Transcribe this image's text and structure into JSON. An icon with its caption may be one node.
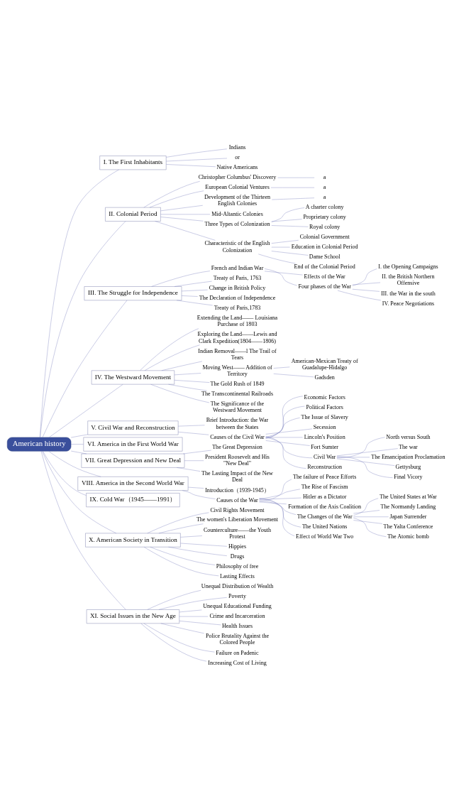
{
  "diagram": {
    "nodes": [
      {
        "text": [
          "American history"
        ]
      },
      {
        "text": [
          "I. The First Inhabitants"
        ]
      },
      {
        "text": [
          "Indians"
        ]
      },
      {
        "text": [
          "or"
        ]
      },
      {
        "text": [
          "Native Americans"
        ]
      },
      {
        "text": [
          "II. Colonial Period"
        ]
      },
      {
        "text": [
          "Christopher Columbus' Discovery"
        ]
      },
      {
        "text": [
          "a"
        ]
      },
      {
        "text": [
          "European Colonial Ventures"
        ]
      },
      {
        "text": [
          "a"
        ]
      },
      {
        "text": [
          "Development of the Thirteen English Colonies"
        ]
      },
      {
        "text": [
          "a"
        ]
      },
      {
        "text": [
          "Mid-Altantic Colonies"
        ]
      },
      {
        "text": [
          "Three Types of Colonization"
        ]
      },
      {
        "text": [
          "A charter colony"
        ]
      },
      {
        "text": [
          "Proprietary colony"
        ]
      },
      {
        "text": [
          "Royal colony"
        ]
      },
      {
        "text": [
          "Characteristic of the English Colonization"
        ]
      },
      {
        "text": [
          "Colonial Government"
        ]
      },
      {
        "text": [
          "Education in Colonial Period"
        ]
      },
      {
        "text": [
          "Dame School"
        ]
      },
      {
        "text": [
          "End of the Colonial Period"
        ]
      },
      {
        "text": [
          "III. The Struggle for Independence"
        ]
      },
      {
        "text": [
          "French and Indian War"
        ]
      },
      {
        "text": [
          "Effects of the War"
        ]
      },
      {
        "text": [
          "Four phases of the War"
        ]
      },
      {
        "text": [
          "I. the Opening Campaigns"
        ]
      },
      {
        "text": [
          "II. the British Northern Offensive"
        ]
      },
      {
        "text": [
          "III. the War in the south"
        ]
      },
      {
        "text": [
          "IV. Peace Negotiations"
        ]
      },
      {
        "text": [
          "Treaty of Paris, 1763"
        ]
      },
      {
        "text": [
          "Change in British Policy"
        ]
      },
      {
        "text": [
          "The Declaration of Independence"
        ]
      },
      {
        "text": [
          "Treaty of Paris,1783"
        ]
      },
      {
        "text": [
          "IV. The Westward Movement"
        ]
      },
      {
        "text": [
          "Extending the Land—— Louisiana Purchase of 1803"
        ]
      },
      {
        "text": [
          "Exploring the Land——Lewis and Clark Expedition(1804——1806)"
        ]
      },
      {
        "text": [
          "Indian Removal——l The Trail of Tears"
        ]
      },
      {
        "text": [
          "Moving West—— Addition of Territory"
        ]
      },
      {
        "text": [
          "American-Mexican Treaty of Guadalupe-Hidalgo"
        ]
      },
      {
        "text": [
          "Gadsden"
        ]
      },
      {
        "text": [
          "The Gold Rush of 1849"
        ]
      },
      {
        "text": [
          "The Transcontinental Railroads"
        ]
      },
      {
        "text": [
          "The Significance of the Westward Movement"
        ]
      },
      {
        "text": [
          "V. Civil War and Reconstruction"
        ]
      },
      {
        "text": [
          "Brief Introduction: the War between the States"
        ]
      },
      {
        "text": [
          "Causes of the Civil War"
        ]
      },
      {
        "text": [
          "Economic Factors"
        ]
      },
      {
        "text": [
          "Political Factors"
        ]
      },
      {
        "text": [
          "The Issue of Slavery"
        ]
      },
      {
        "text": [
          "Secession"
        ]
      },
      {
        "text": [
          "Lincoln's Position"
        ]
      },
      {
        "text": [
          "Fort Sumter"
        ]
      },
      {
        "text": [
          "Civil War"
        ]
      },
      {
        "text": [
          "North versus South"
        ]
      },
      {
        "text": [
          "The war"
        ]
      },
      {
        "text": [
          "The Emancipation Proclamation"
        ]
      },
      {
        "text": [
          "Gettysburg"
        ]
      },
      {
        "text": [
          "Final Vicory"
        ]
      },
      {
        "text": [
          "Reconstruction"
        ]
      },
      {
        "text": [
          "VI. America in the First World War"
        ]
      },
      {
        "text": [
          "VII. Great Depression and New Deal"
        ]
      },
      {
        "text": [
          "The Great Depression"
        ]
      },
      {
        "text": [
          "President Roosevelt and His \"New Deal\""
        ]
      },
      {
        "text": [
          "The Lasting Impact of the New Deal"
        ]
      },
      {
        "text": [
          "VIII. America in the Second World War"
        ]
      },
      {
        "text": [
          "Introduction（1939-1945）"
        ]
      },
      {
        "text": [
          "Causes of the War"
        ]
      },
      {
        "text": [
          "The failure of Peace Efforts"
        ]
      },
      {
        "text": [
          "The Rise of Fascism"
        ]
      },
      {
        "text": [
          "Hitler as a Dictator"
        ]
      },
      {
        "text": [
          "Formation of the Axis Coalition"
        ]
      },
      {
        "text": [
          "The Changes of the War"
        ]
      },
      {
        "text": [
          "The United States at War"
        ]
      },
      {
        "text": [
          "The Normandy Landing"
        ]
      },
      {
        "text": [
          "Japan Surrender"
        ]
      },
      {
        "text": [
          "The Yalta Conference"
        ]
      },
      {
        "text": [
          "The Atomic bomb"
        ]
      },
      {
        "text": [
          "The United Nations"
        ]
      },
      {
        "text": [
          "Effect of World War Two"
        ]
      },
      {
        "text": [
          "IX. Cold War（1945——1991）"
        ]
      },
      {
        "text": [
          "X. American Society in Transition"
        ]
      },
      {
        "text": [
          "Civil Rights Movement"
        ]
      },
      {
        "text": [
          "The women's Liberation Movement"
        ]
      },
      {
        "text": [
          "Counterculture——the Youth Protest"
        ]
      },
      {
        "text": [
          "Hippies"
        ]
      },
      {
        "text": [
          "Drugs"
        ]
      },
      {
        "text": [
          "Philosophy of free"
        ]
      },
      {
        "text": [
          "Lasting Effects"
        ]
      },
      {
        "text": [
          "XI. Social Issues in the New Age"
        ]
      },
      {
        "text": [
          "Unequal Distribution of Wealth"
        ]
      },
      {
        "text": [
          "Poverty"
        ]
      },
      {
        "text": [
          "Unequal Educational Funding"
        ]
      },
      {
        "text": [
          "Crime and Incarceration"
        ]
      },
      {
        "text": [
          "Health Issues"
        ]
      },
      {
        "text": [
          "Police Brutality Against the Colored People"
        ]
      },
      {
        "text": [
          "Failure on Padenic"
        ]
      },
      {
        "text": [
          "Increasing Cost of Living"
        ]
      }
    ],
    "edges": [
      {
        "from": 0,
        "to": 1,
        "arrow": "none"
      },
      {
        "from": 0,
        "to": 5,
        "arrow": "none"
      },
      {
        "from": 0,
        "to": 22,
        "arrow": "none"
      },
      {
        "from": 0,
        "to": 34,
        "arrow": "none"
      },
      {
        "from": 0,
        "to": 44,
        "arrow": "none"
      },
      {
        "from": 0,
        "to": 60,
        "arrow": "none"
      },
      {
        "from": 0,
        "to": 61,
        "arrow": "none"
      },
      {
        "from": 0,
        "to": 65,
        "arrow": "none"
      },
      {
        "from": 0,
        "to": 80,
        "arrow": "none"
      },
      {
        "from": 0,
        "to": 81,
        "arrow": "none"
      },
      {
        "from": 0,
        "to": 89,
        "arrow": "none"
      },
      {
        "from": 1,
        "to": 2,
        "arrow": "none"
      },
      {
        "from": 1,
        "to": 3,
        "arrow": "none"
      },
      {
        "from": 1,
        "to": 4,
        "arrow": "none"
      },
      {
        "from": 5,
        "to": 6,
        "arrow": "none"
      },
      {
        "from": 6,
        "to": 7,
        "arrow": "none"
      },
      {
        "from": 5,
        "to": 8,
        "arrow": "none"
      },
      {
        "from": 8,
        "to": 9,
        "arrow": "none"
      },
      {
        "from": 5,
        "to": 10,
        "arrow": "none"
      },
      {
        "from": 10,
        "to": 11,
        "arrow": "none"
      },
      {
        "from": 5,
        "to": 12,
        "arrow": "none"
      },
      {
        "from": 5,
        "to": 13,
        "arrow": "none"
      },
      {
        "from": 13,
        "to": 14,
        "arrow": "none"
      },
      {
        "from": 13,
        "to": 15,
        "arrow": "none"
      },
      {
        "from": 13,
        "to": 16,
        "arrow": "none"
      },
      {
        "from": 5,
        "to": 17,
        "arrow": "none"
      },
      {
        "from": 17,
        "to": 18,
        "arrow": "none"
      },
      {
        "from": 17,
        "to": 19,
        "arrow": "none"
      },
      {
        "from": 17,
        "to": 20,
        "arrow": "none"
      },
      {
        "from": 17,
        "to": 21,
        "arrow": "none"
      },
      {
        "from": 22,
        "to": 23,
        "arrow": "none"
      },
      {
        "from": 23,
        "to": 24,
        "arrow": "none"
      },
      {
        "from": 23,
        "to": 25,
        "arrow": "none"
      },
      {
        "from": 25,
        "to": 26,
        "arrow": "none"
      },
      {
        "from": 25,
        "to": 27,
        "arrow": "none"
      },
      {
        "from": 25,
        "to": 28,
        "arrow": "none"
      },
      {
        "from": 25,
        "to": 29,
        "arrow": "none"
      },
      {
        "from": 22,
        "to": 30,
        "arrow": "none"
      },
      {
        "from": 22,
        "to": 31,
        "arrow": "none"
      },
      {
        "from": 22,
        "to": 32,
        "arrow": "none"
      },
      {
        "from": 22,
        "to": 33,
        "arrow": "none"
      },
      {
        "from": 34,
        "to": 35,
        "arrow": "none"
      },
      {
        "from": 34,
        "to": 36,
        "arrow": "none"
      },
      {
        "from": 34,
        "to": 37,
        "arrow": "none"
      },
      {
        "from": 34,
        "to": 38,
        "arrow": "none"
      },
      {
        "from": 38,
        "to": 39,
        "arrow": "none"
      },
      {
        "from": 38,
        "to": 40,
        "arrow": "none"
      },
      {
        "from": 34,
        "to": 41,
        "arrow": "none"
      },
      {
        "from": 34,
        "to": 42,
        "arrow": "none"
      },
      {
        "from": 34,
        "to": 43,
        "arrow": "none"
      },
      {
        "from": 44,
        "to": 45,
        "arrow": "none"
      },
      {
        "from": 44,
        "to": 46,
        "arrow": "none"
      },
      {
        "from": 46,
        "to": 47,
        "arrow": "none"
      },
      {
        "from": 46,
        "to": 48,
        "arrow": "none"
      },
      {
        "from": 46,
        "to": 49,
        "arrow": "none"
      },
      {
        "from": 46,
        "to": 50,
        "arrow": "none"
      },
      {
        "from": 46,
        "to": 51,
        "arrow": "none"
      },
      {
        "from": 46,
        "to": 52,
        "arrow": "none"
      },
      {
        "from": 46,
        "to": 53,
        "arrow": "none"
      },
      {
        "from": 53,
        "to": 54,
        "arrow": "none"
      },
      {
        "from": 53,
        "to": 55,
        "arrow": "none"
      },
      {
        "from": 53,
        "to": 56,
        "arrow": "none"
      },
      {
        "from": 53,
        "to": 57,
        "arrow": "none"
      },
      {
        "from": 53,
        "to": 58,
        "arrow": "none"
      },
      {
        "from": 46,
        "to": 59,
        "arrow": "none"
      },
      {
        "from": 61,
        "to": 62,
        "arrow": "none"
      },
      {
        "from": 61,
        "to": 63,
        "arrow": "none"
      },
      {
        "from": 61,
        "to": 64,
        "arrow": "none"
      },
      {
        "from": 65,
        "to": 66,
        "arrow": "none"
      },
      {
        "from": 65,
        "to": 67,
        "arrow": "none"
      },
      {
        "from": 67,
        "to": 68,
        "arrow": "none"
      },
      {
        "from": 67,
        "to": 69,
        "arrow": "none"
      },
      {
        "from": 67,
        "to": 70,
        "arrow": "none"
      },
      {
        "from": 67,
        "to": 71,
        "arrow": "none"
      },
      {
        "from": 67,
        "to": 72,
        "arrow": "none"
      },
      {
        "from": 72,
        "to": 73,
        "arrow": "none"
      },
      {
        "from": 72,
        "to": 74,
        "arrow": "none"
      },
      {
        "from": 72,
        "to": 75,
        "arrow": "none"
      },
      {
        "from": 72,
        "to": 76,
        "arrow": "none"
      },
      {
        "from": 72,
        "to": 77,
        "arrow": "none"
      },
      {
        "from": 67,
        "to": 78,
        "arrow": "none"
      },
      {
        "from": 67,
        "to": 79,
        "arrow": "none"
      },
      {
        "from": 81,
        "to": 82,
        "arrow": "none"
      },
      {
        "from": 81,
        "to": 83,
        "arrow": "none"
      },
      {
        "from": 81,
        "to": 84,
        "arrow": "none"
      },
      {
        "from": 81,
        "to": 85,
        "arrow": "none"
      },
      {
        "from": 81,
        "to": 86,
        "arrow": "none"
      },
      {
        "from": 81,
        "to": 87,
        "arrow": "none"
      },
      {
        "from": 81,
        "to": 88,
        "arrow": "none"
      },
      {
        "from": 89,
        "to": 90,
        "arrow": "none"
      },
      {
        "from": 89,
        "to": 91,
        "arrow": "none"
      },
      {
        "from": 89,
        "to": 92,
        "arrow": "none"
      },
      {
        "from": 89,
        "to": 93,
        "arrow": "none"
      },
      {
        "from": 89,
        "to": 94,
        "arrow": "none"
      },
      {
        "from": 89,
        "to": 95,
        "arrow": "none"
      },
      {
        "from": 89,
        "to": 96,
        "arrow": "none"
      },
      {
        "from": 89,
        "to": 97,
        "arrow": "none"
      }
    ]
  }
}
